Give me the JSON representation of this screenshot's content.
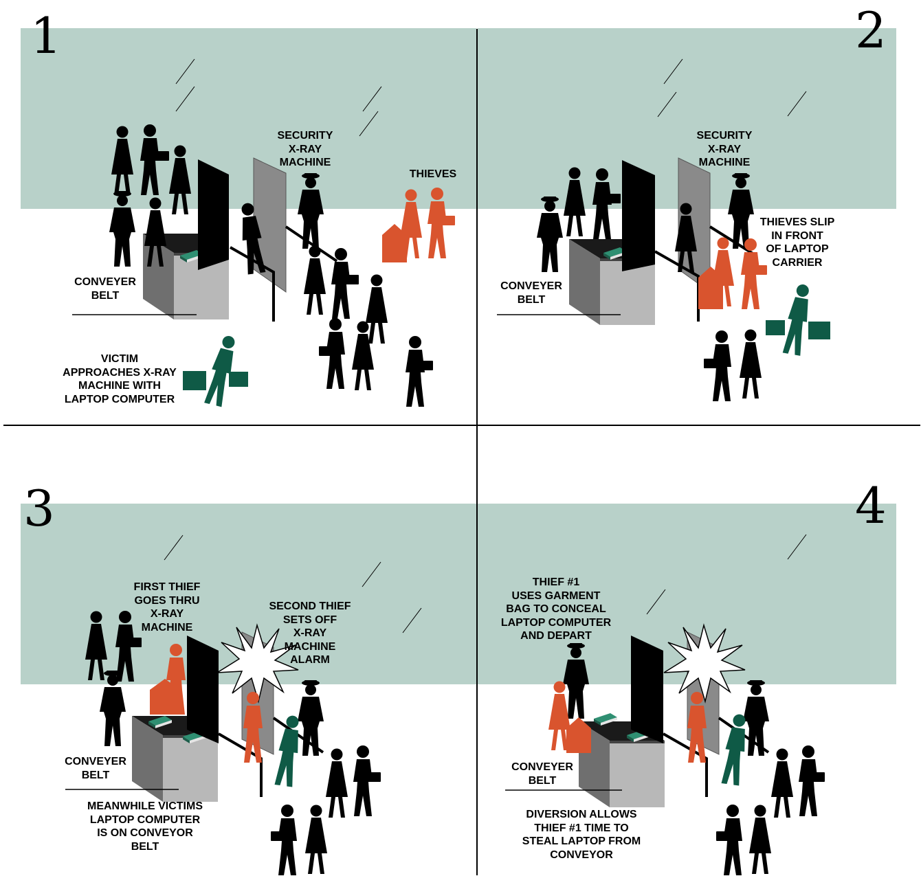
{
  "colors": {
    "band": "#b8d1c9",
    "thief": "#d9542e",
    "victim": "#0f5a46",
    "person": "#000000",
    "machine_gray": "#8a8a8a",
    "laptop": "#2f8f72"
  },
  "panels": [
    {
      "number": "1",
      "labels": {
        "machine": "SECURITY\nX-RAY\nMACHINE",
        "thieves": "THIEVES",
        "belt": "CONVEYER\nBELT",
        "victim": "VICTIM\nAPPROACHES X-RAY\nMACHINE WITH\nLAPTOP COMPUTER"
      }
    },
    {
      "number": "2",
      "labels": {
        "machine": "SECURITY\nX-RAY\nMACHINE",
        "thieves": "THIEVES SLIP\nIN FRONT\nOF LAPTOP\nCARRIER",
        "belt": "CONVEYER\nBELT"
      }
    },
    {
      "number": "3",
      "labels": {
        "first_thief": "FIRST THIEF\nGOES THRU\nX-RAY\nMACHINE",
        "second_thief": "SECOND THIEF\nSETS OFF\nX-RAY\nMACHINE\nALARM",
        "belt": "CONVEYER\nBELT",
        "meanwhile": "MEANWHILE VICTIMS\nLAPTOP COMPUTER\nIS ON CONVEYOR\nBELT"
      }
    },
    {
      "number": "4",
      "labels": {
        "thief1": "THIEF #1\nUSES GARMENT\nBAG TO CONCEAL\nLAPTOP COMPUTER\nAND DEPART",
        "belt": "CONVEYER\nBELT",
        "diversion": "DIVERSION ALLOWS\nTHIEF #1 TIME TO\nSTEAL LAPTOP FROM\nCONVEYOR"
      }
    }
  ]
}
